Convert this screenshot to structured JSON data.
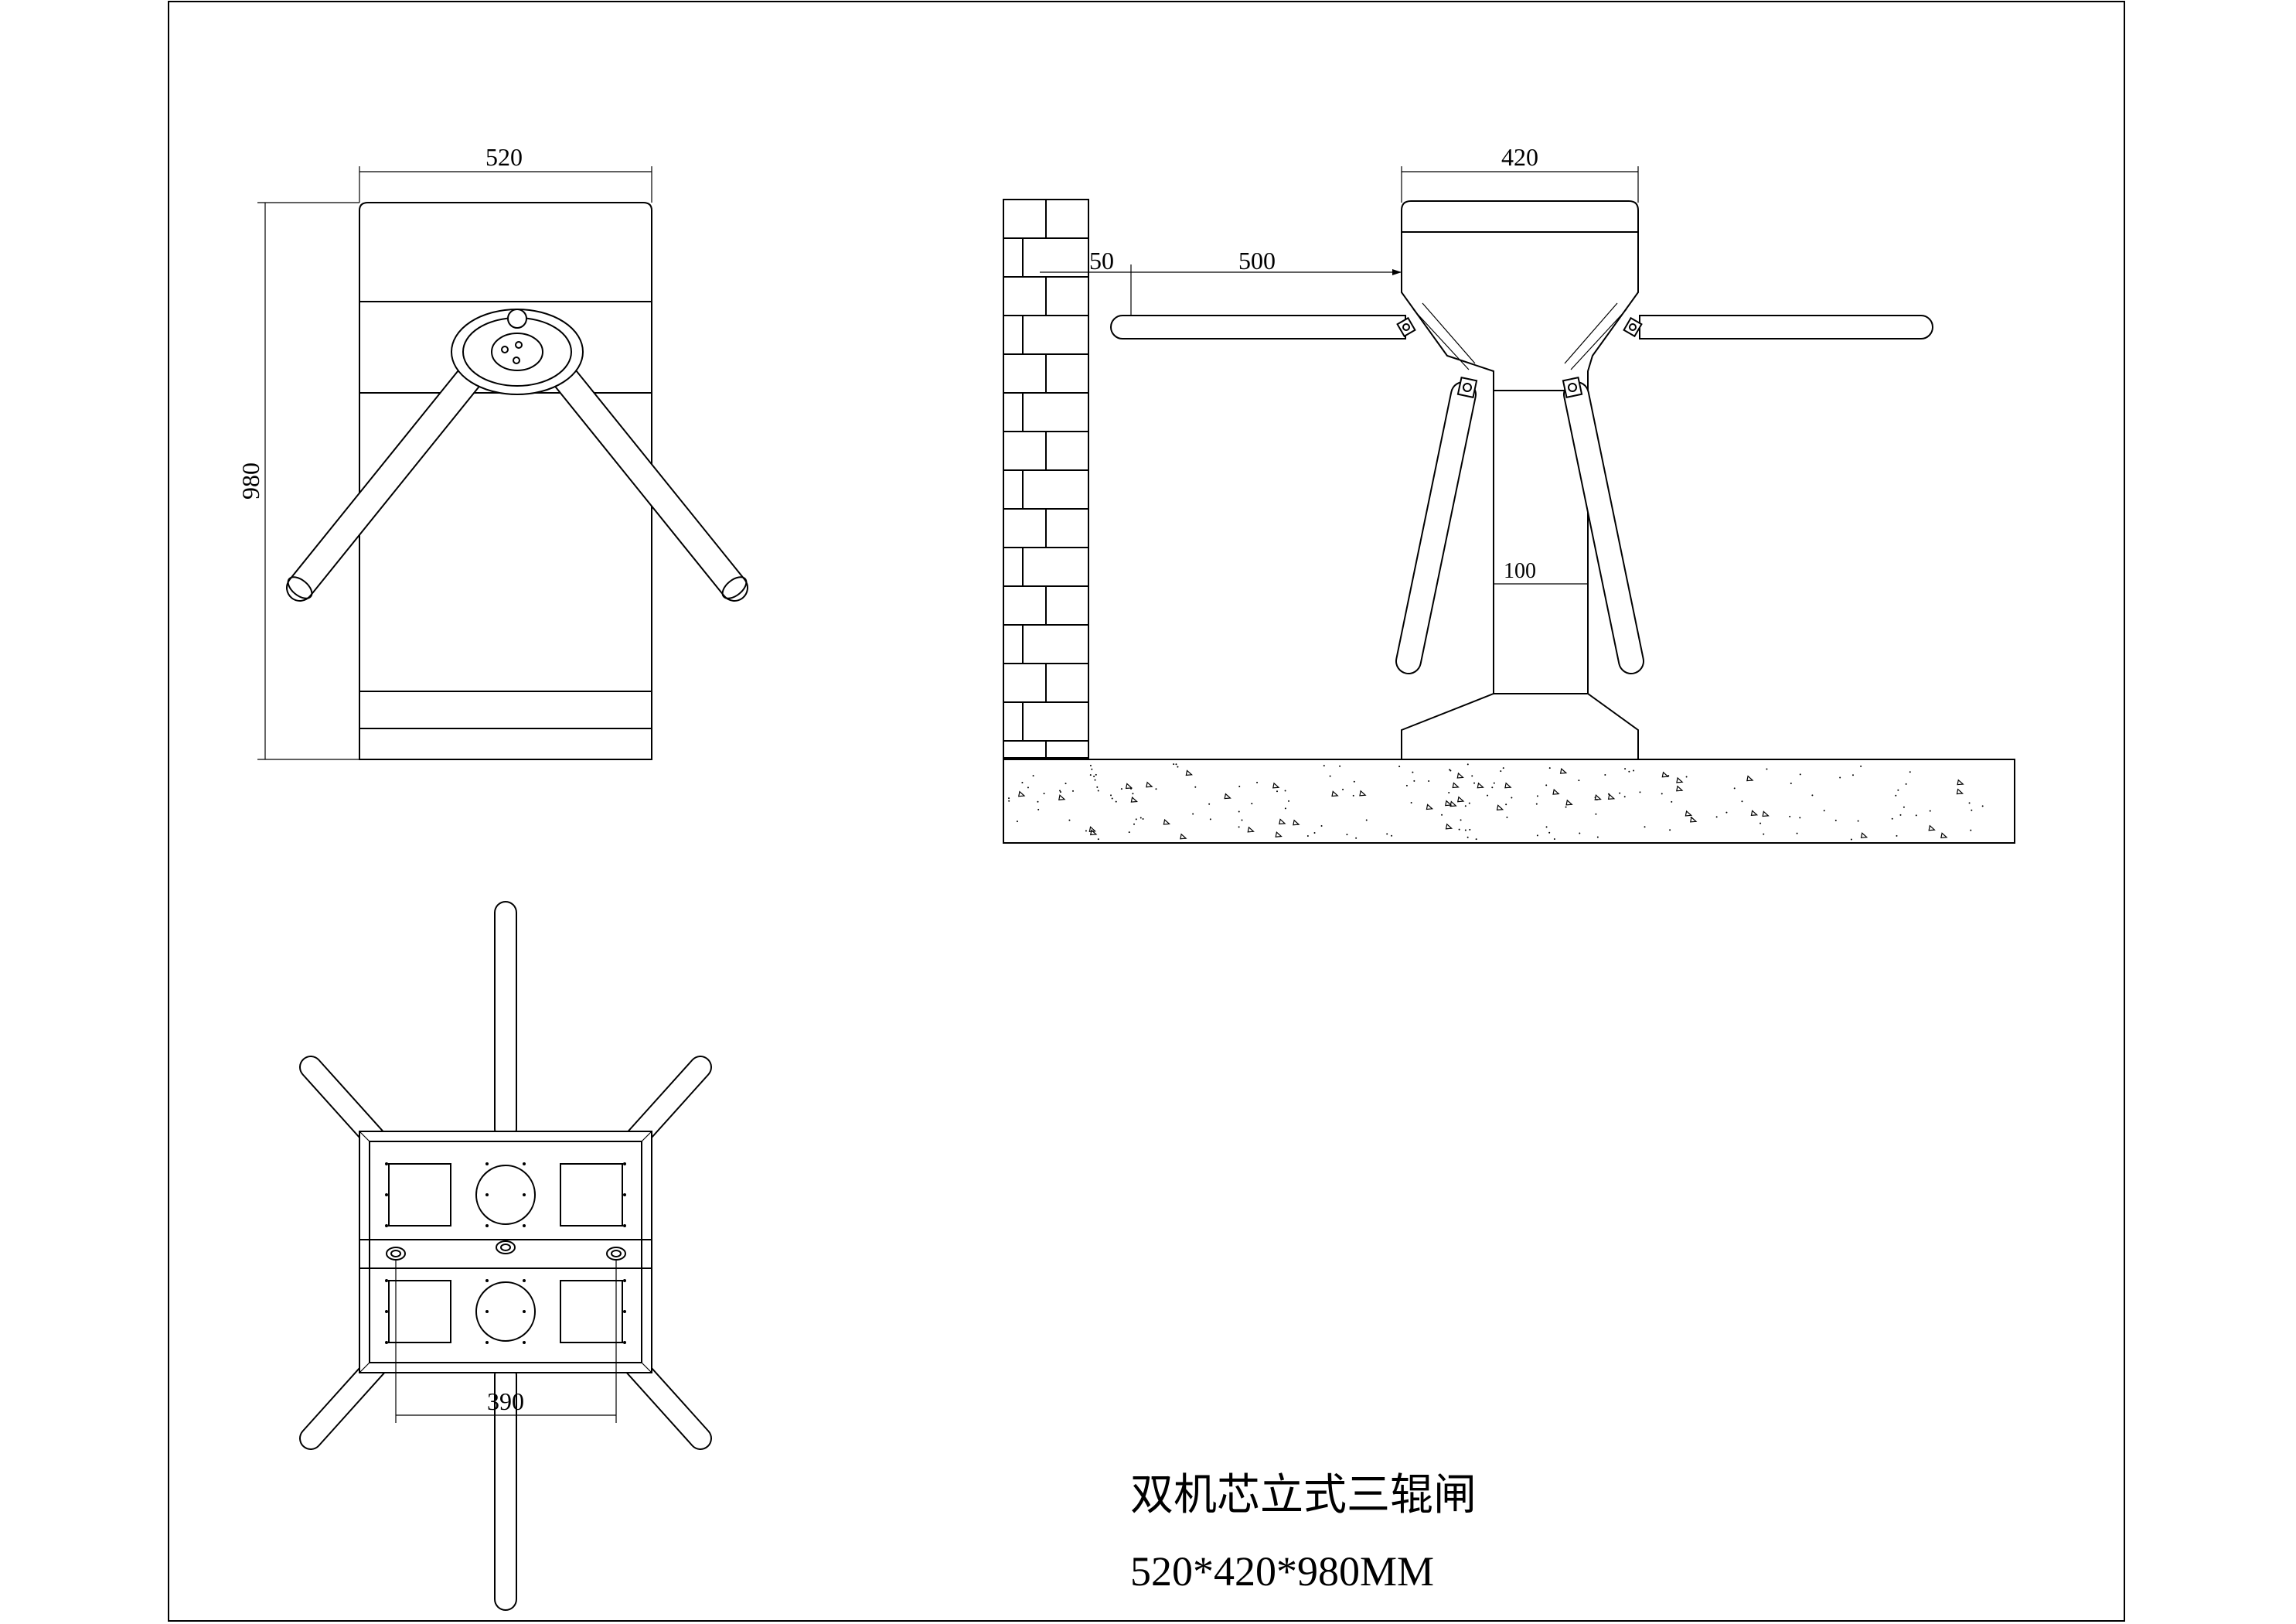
{
  "dimensions": {
    "front_width": "520",
    "front_height": "980",
    "side_width": "420",
    "side_offset": "50",
    "side_arm": "500",
    "side_column": "100",
    "top_bolt_span": "390"
  },
  "title": {
    "name": "双机芯立式三辊闸",
    "size": "520*420*980MM"
  }
}
